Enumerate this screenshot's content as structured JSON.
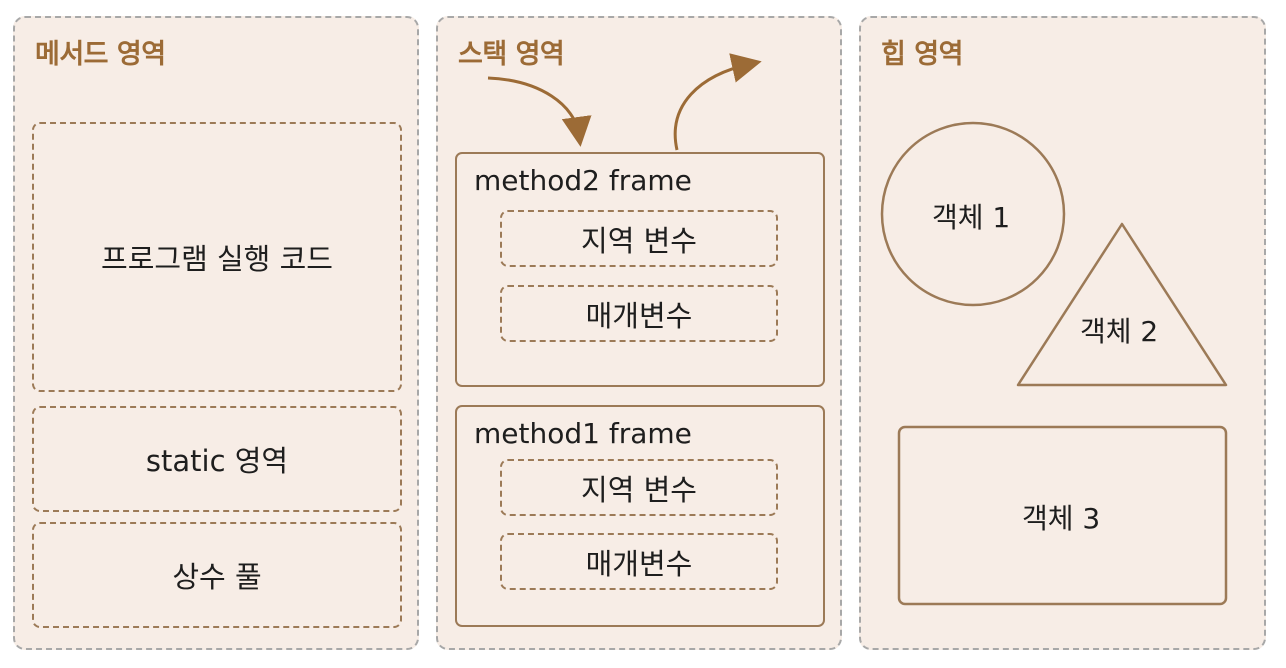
{
  "colors": {
    "panel_background": "#f7ede6",
    "panel_border": "#a8a8a8",
    "title": "#9c6b36",
    "shape_stroke": "#9c7a57",
    "arrow": "#9c6b36",
    "text": "#1e1e1e"
  },
  "method_area": {
    "title": "메서드 영역",
    "program_code": "프로그램 실행 코드",
    "static_area": "static 영역",
    "constant_pool": "상수 풀"
  },
  "stack_area": {
    "title": "스택 영역",
    "frames": [
      {
        "title": "method2 frame",
        "local_vars": "지역 변수",
        "params": "매개변수"
      },
      {
        "title": "method1 frame",
        "local_vars": "지역 변수",
        "params": "매개변수"
      }
    ]
  },
  "heap_area": {
    "title": "힙 영역",
    "objects": [
      {
        "label": "객체 1",
        "shape": "circle"
      },
      {
        "label": "객체 2",
        "shape": "triangle"
      },
      {
        "label": "객체 3",
        "shape": "rectangle"
      }
    ]
  }
}
